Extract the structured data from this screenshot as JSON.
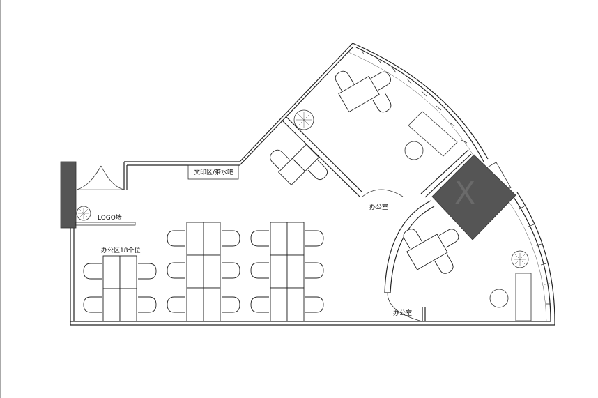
{
  "labels": {
    "print_bar": "文印区/茶水吧",
    "logo_wall": "LOGO墙",
    "open_office": "办公区18个位",
    "office_room_upper": "办公室",
    "office_room_lower": "办公室"
  },
  "watermark": {
    "glyph": "Ⅹ",
    "color": "#5a5a5a"
  },
  "colors": {
    "line": "#222222",
    "dark_block": "#555555"
  }
}
